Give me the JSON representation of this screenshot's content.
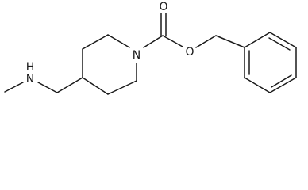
{
  "molecule": {
    "atoms": {
      "ring_nitrogen": "N",
      "carbonyl_oxygen": "O",
      "ester_oxygen": "O",
      "amine_nitrogen": "N",
      "amine_hydrogen": "H"
    }
  },
  "colors": {
    "bond": "#1a1a1a",
    "background": "#ffffff"
  }
}
